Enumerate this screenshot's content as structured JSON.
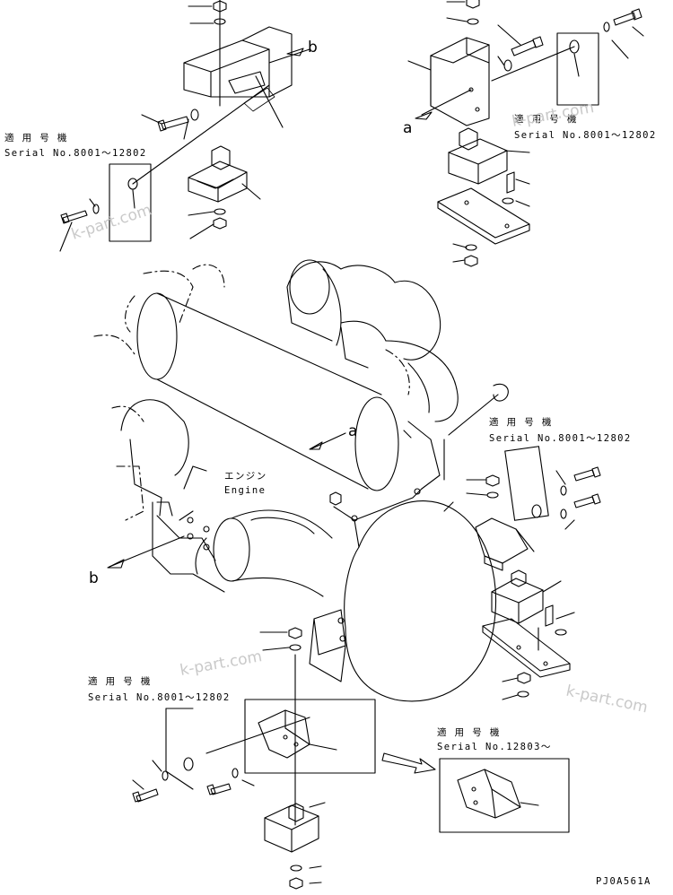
{
  "drawing": {
    "code": "PJ0A561A",
    "engine_label_jp": "エンジン",
    "engine_label_en": "Engine",
    "view_a": "a",
    "view_b": "b"
  },
  "serial_notes": [
    {
      "heading": "適 用 号 機",
      "range": "Serial No.8001～12802"
    },
    {
      "heading": "適 用 号 機",
      "range": "Serial No.8001～12802"
    },
    {
      "heading": "適 用 号 機",
      "range": "Serial No.8001～12802"
    },
    {
      "heading": "適 用 号 機",
      "range": "Serial No.8001～12802"
    },
    {
      "heading": "適 用 号 機",
      "range": "Serial No.12803～"
    }
  ],
  "watermark": "k-part.com"
}
